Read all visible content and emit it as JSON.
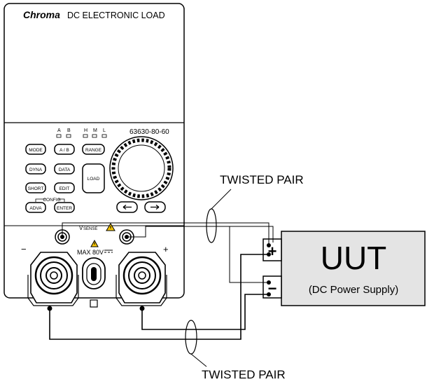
{
  "device": {
    "brand": "Chroma",
    "title": "DC ELECTRONIC LOAD",
    "model": "63630-80-60",
    "indicators_ab": [
      "A",
      "B"
    ],
    "indicators_hml": [
      "H",
      "M",
      "L"
    ],
    "buttons": {
      "mode": "MODE",
      "ab": "A / B",
      "range": "RANGE",
      "dyna": "DYNA",
      "data": "DATA",
      "load": "LOAD",
      "short": "SHORT",
      "edit": "EDIT",
      "adva": "ADVA",
      "enter": "ENTER"
    },
    "config_label": "CONFIG",
    "vsense_v": "V",
    "vsense_sub": "SENSE",
    "minus": "−",
    "plus": "+",
    "max_voltage": "MAX 80V"
  },
  "uut": {
    "title": "UUT",
    "subtitle": "(DC Power Supply)",
    "plus": "+",
    "minus": "−"
  },
  "labels": {
    "twisted_pair_top": "TWISTED PAIR",
    "twisted_pair_bottom": "TWISTED PAIR"
  }
}
